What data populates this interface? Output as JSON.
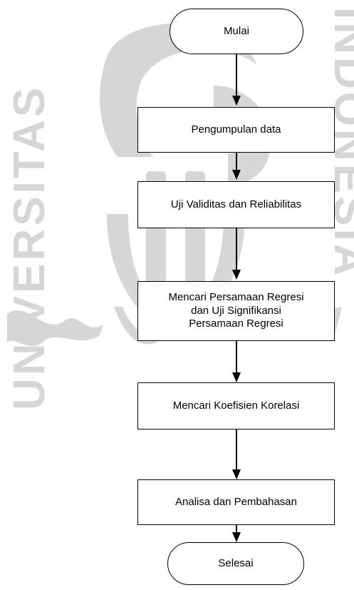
{
  "flowchart": {
    "start": "Mulai",
    "steps": [
      "Pengumpulan data",
      "Uji Validitas dan Reliabilitas",
      "Mencari Persamaan Regresi\ndan Uji Signifikansi\nPersamaan Regresi",
      "Mencari Koefisien Korelasi",
      "Analisa dan Pembahasan"
    ],
    "end": "Selesai"
  },
  "watermark": {
    "logo_text_left": "UNIVERSITAS",
    "logo_text_right": "INDONESIA",
    "color": "#d4d4d4"
  },
  "colors": {
    "line": "#000000",
    "box_fill": "#ffffff"
  }
}
